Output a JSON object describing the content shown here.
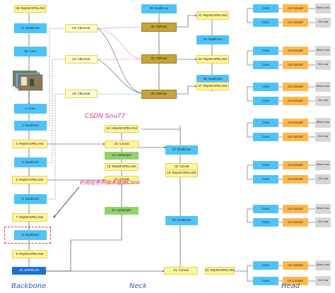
{
  "sections": {
    "backbone": "Backbone",
    "neck": "Neck",
    "head": "Head"
  },
  "watermark": "CSDN Snu77",
  "annotation": "利用组卷积技术替换Conv",
  "backbone": {
    "n28": "28: RepNCSPELAN4",
    "n27": "27: DualConv",
    "n26": "26: Conv",
    "n1": "1: Conv",
    "n2": "2: DualConv",
    "n3": "3: RepNCSPELAN4",
    "n4": "4: DualConv",
    "n5": "5: RepNCSPELAN4",
    "n6": "6: DualConv",
    "n7": "7: RepNCSPELAN4",
    "n8": "8: DualConv",
    "n9": "9: RepNCSPELAN4",
    "n10": "10: SPPELAN"
  },
  "cblinear": {
    "n23": "23: CBLinear",
    "n24": "24: CBLinear",
    "n25": "25: CBLinear"
  },
  "cbfuse_col": {
    "n29": "29: DualConv",
    "n30": "30: CBFuse",
    "n31": "31: RepNCSPELAN4",
    "n32": "32: DualConv",
    "n33": "33: CBFuse",
    "n34": "34: RepNCSPELAN4",
    "n35": "35: DualConv",
    "n36": "36: CBFuse",
    "n37": "37: RepNCSPELAN4"
  },
  "neck": {
    "n11": "11: UpSample",
    "n12": "12: Concat",
    "n13": "13: RepNCSPELAN4",
    "n14": "14: UpSample",
    "n15": "15: Concat",
    "n16": "16: 1RepNCSPELAN4",
    "n17": "17: DualConv",
    "n18": "18: Concat",
    "n19": "19: RepNCSPELAN4",
    "n20": "20: DualConv",
    "n21": "21: Concat",
    "n22": "22: RepNCSPELAN4"
  },
  "head": {
    "conv": "Conv",
    "conv2d": "nn.Conv2d",
    "bbox_loss": "Bbox Loss",
    "cls_loss": "Cls Loss"
  },
  "colors": {
    "conv": "#4fc3f7",
    "sppelan": "#1e6fd9",
    "elan": "#fff59d",
    "cbfuse": "#c9a33a",
    "neck_green": "#8fd36a",
    "head_orange": "#ffb84d",
    "loss_gray": "#d6d6d6",
    "watermark": "#e0328c",
    "section_label": "#2e5fb4"
  }
}
